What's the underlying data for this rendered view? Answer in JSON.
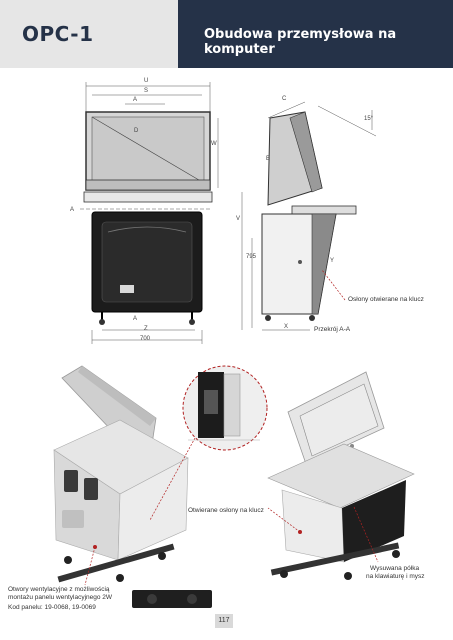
{
  "header": {
    "product_code": "OPC-1",
    "title": "Obudowa przemysłowa na komputer"
  },
  "drawing": {
    "dims": {
      "U": "U",
      "S": "S",
      "A_top": "A",
      "D": "D",
      "W": "W",
      "A_side": "A",
      "A_bottom": "A",
      "Z": "Z",
      "width_700": "700",
      "C": "C",
      "angle_15": "15°",
      "B": "B",
      "V": "V",
      "height_795": "795",
      "Y": "Y",
      "X": "X"
    },
    "section_label": "Przekrój  A-A",
    "covers_label": "Osłony otwierane na klucz"
  },
  "callouts": {
    "opening_covers": "Otwierane osłony na klucz",
    "vent_line1": "Otwory wentylacyjne z możliwością",
    "vent_line2": "montażu panelu wentylacyjnego 2W",
    "panel_code": "Kod panelu: 19-0068, 19-0069",
    "shelf_line1": "Wysuwana półka",
    "shelf_line2": "na klawiaturę i mysz"
  },
  "page_number": "117"
}
